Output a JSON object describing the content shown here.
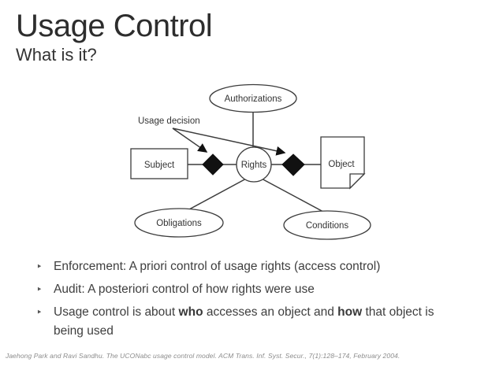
{
  "slide": {
    "title": "Usage Control",
    "subtitle": "What is it?",
    "footer_citation": "Jaehong Park and Ravi Sandhu. The UCONabc usage control model. ACM Trans. Inf. Syst. Secur., 7(1):128–174, February 2004."
  },
  "diagram": {
    "labels": {
      "usage_decision": "Usage decision",
      "authorizations": "Authorizations",
      "subject": "Subject",
      "rights": "Rights",
      "object": "Object",
      "obligations": "Obligations",
      "conditions": "Conditions"
    }
  },
  "bullets": {
    "marker": "‣",
    "items": [
      {
        "text": "Enforcement: A priori control of usage rights (access control)"
      },
      {
        "text": "Audit: A posteriori control of how rights were use"
      },
      {
        "pre": "Usage control is about ",
        "bold1": "who",
        "mid": " accesses an object and ",
        "bold2": "how",
        "post": " that object is being used"
      }
    ]
  },
  "colors": {
    "background": "#ffffff",
    "title_text": "#2d2d2d",
    "body_text": "#3e3e3e",
    "footer_text": "#8c8c8c",
    "diagram_stroke": "#3c3c3c",
    "diamond_fill": "#111111"
  }
}
